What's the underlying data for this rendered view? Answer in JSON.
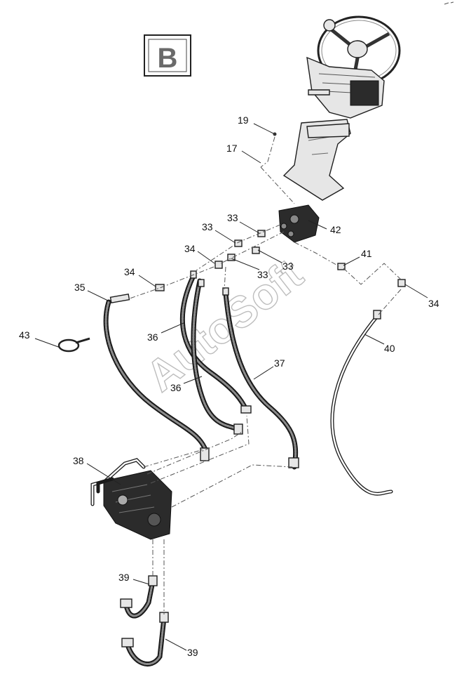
{
  "badge": {
    "letter": "B"
  },
  "watermark": {
    "text": "AutoSoft"
  },
  "callouts": [
    {
      "key": "c19",
      "label": "19"
    },
    {
      "key": "c17",
      "label": "17"
    },
    {
      "key": "c33a",
      "label": "33"
    },
    {
      "key": "c33b",
      "label": "33"
    },
    {
      "key": "c42",
      "label": "42"
    },
    {
      "key": "c34a",
      "label": "34"
    },
    {
      "key": "c33c",
      "label": "33"
    },
    {
      "key": "c33d",
      "label": "33"
    },
    {
      "key": "c41",
      "label": "41"
    },
    {
      "key": "c34b",
      "label": "34"
    },
    {
      "key": "c35",
      "label": "35"
    },
    {
      "key": "c34c",
      "label": "34"
    },
    {
      "key": "c43",
      "label": "43"
    },
    {
      "key": "c36a",
      "label": "36"
    },
    {
      "key": "c40",
      "label": "40"
    },
    {
      "key": "c37",
      "label": "37"
    },
    {
      "key": "c36b",
      "label": "36"
    },
    {
      "key": "c38",
      "label": "38"
    },
    {
      "key": "c39a",
      "label": "39"
    },
    {
      "key": "c39b",
      "label": "39"
    }
  ]
}
